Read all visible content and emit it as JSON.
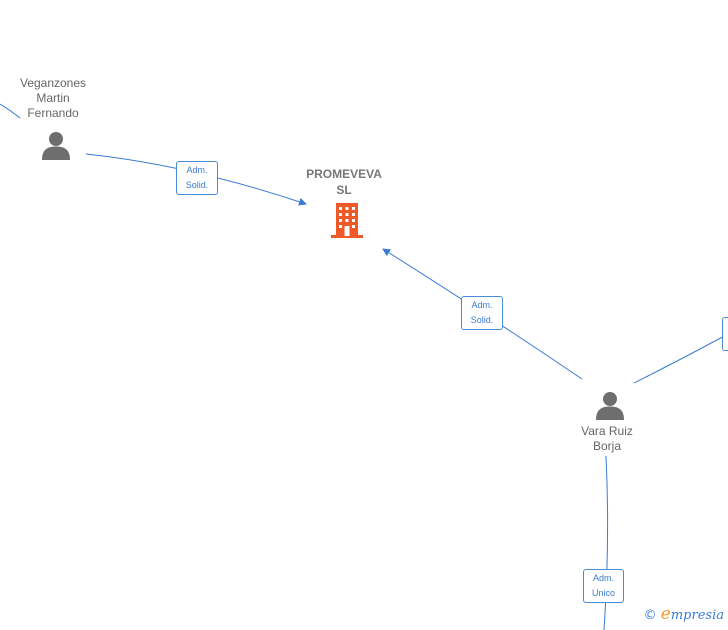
{
  "nodes": {
    "company": {
      "label": "PROMEVEVA\nSL",
      "color": "#f05a28"
    },
    "person1": {
      "label": "Veganzones\nMartin\nFernando"
    },
    "person2": {
      "label": "Vara Ruiz\nBorja"
    }
  },
  "edges": {
    "e1": {
      "label": "Adm.\nSolid."
    },
    "e2": {
      "label": "Adm.\nSolid."
    },
    "e3": {
      "label": "Adm.\nUnico"
    }
  },
  "colors": {
    "edge": "#3a7bd5",
    "person": "#6e6e6e"
  },
  "watermark": {
    "copyright": "©",
    "e": "e",
    "brand": "mpresia"
  }
}
